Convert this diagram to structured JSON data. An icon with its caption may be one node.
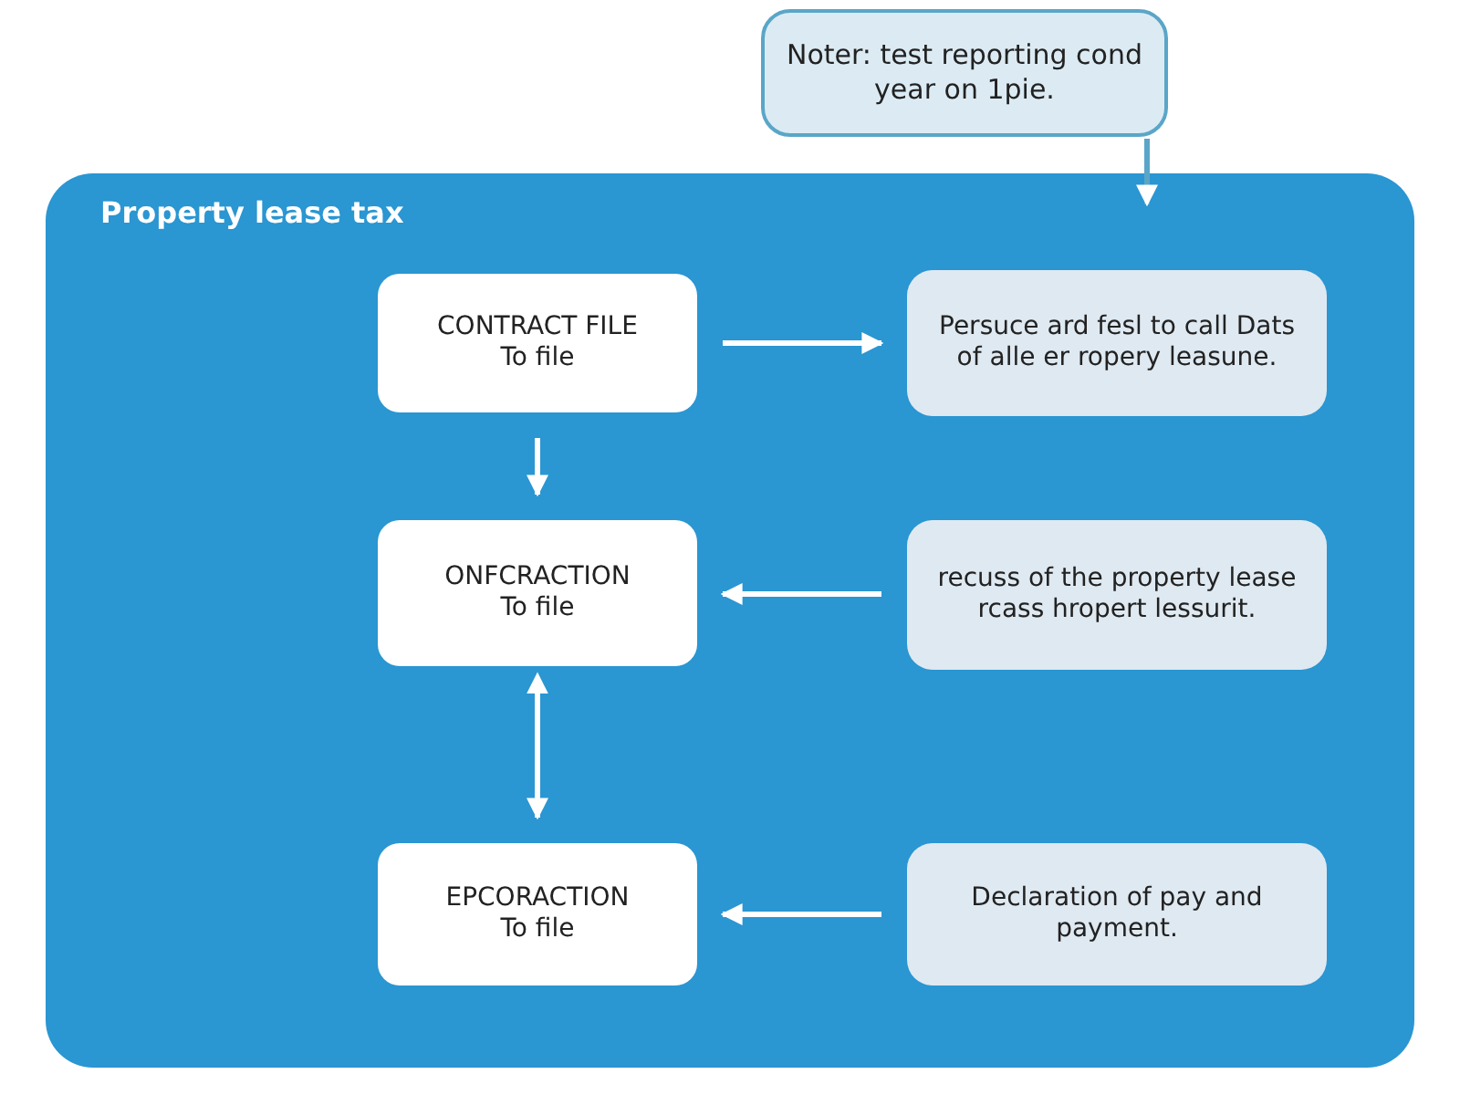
{
  "diagram": {
    "nodes": [
      {
        "text": [
          "Noter: test reporting cond year on 1pie."
        ]
      },
      {
        "text": [
          "Property lease tax"
        ]
      },
      {
        "text": [
          "CONTRACT FILE",
          "To file"
        ],
        "in": 1
      },
      {
        "text": [
          "Persuce ard fesl to call Dats of alle er ropery leasune."
        ],
        "in": 1
      },
      {
        "text": [
          "ONFCRACTION",
          "To file"
        ],
        "in": 1
      },
      {
        "text": [
          "recuss of the property lease rcass hropert lessurit."
        ],
        "in": 1
      },
      {
        "text": [
          "EPCORACTION",
          "To file"
        ],
        "in": 1
      },
      {
        "text": [
          "Declaration of pay and payment."
        ],
        "in": 1
      }
    ],
    "edges": [
      {
        "from": 0,
        "to": 3,
        "arrow": "to",
        "color": "#5aa6c8"
      },
      {
        "from": 2,
        "to": 3,
        "arrow": "to"
      },
      {
        "from": 2,
        "to": 4,
        "arrow": "to"
      },
      {
        "from": 5,
        "to": 4,
        "arrow": "to"
      },
      {
        "from": 4,
        "to": 6,
        "arrow": "both"
      },
      {
        "from": 7,
        "to": 6,
        "arrow": "to"
      }
    ]
  }
}
